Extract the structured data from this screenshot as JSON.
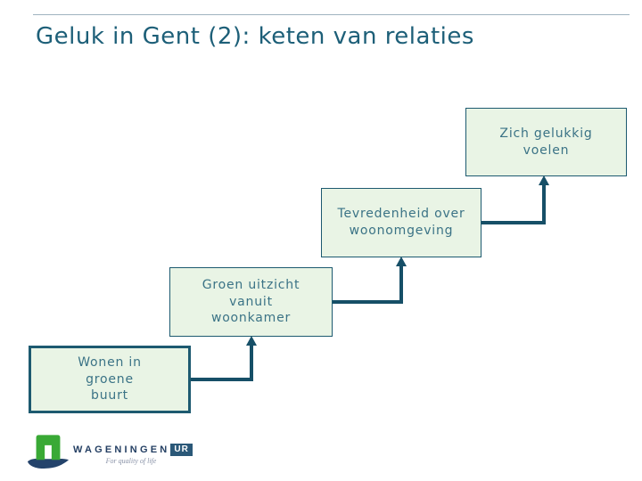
{
  "slide": {
    "title": "Geluk in Gent (2): keten van relaties"
  },
  "diagram": {
    "boxes": [
      {
        "label": "Wonen in groene buurt"
      },
      {
        "label": "Groen uitzicht vanuit woonkamer"
      },
      {
        "label": "Tevredenheid over woonomgeving"
      },
      {
        "label": "Zich gelukkig voelen"
      }
    ],
    "connections": [
      {
        "from": "Wonen in groene buurt",
        "to": "Groen uitzicht vanuit woonkamer"
      },
      {
        "from": "Groen uitzicht vanuit woonkamer",
        "to": "Tevredenheid over woonomgeving"
      },
      {
        "from": "Tevredenheid over woonomgeving",
        "to": "Zich gelukkig voelen"
      }
    ],
    "colors": {
      "box_fill": "#e9f4e5",
      "box_border": "#1d5a70",
      "box_text": "#3b7386",
      "connector": "#164f67",
      "title_text": "#1d5f78",
      "top_rule": "#9fb3bf"
    }
  },
  "logo": {
    "wordmark": "WAGENINGEN",
    "badge": "UR",
    "tagline": "For quality of life",
    "colors": {
      "green": "#39a935",
      "navy": "#243f63",
      "badge_bg": "#2b5878"
    }
  }
}
